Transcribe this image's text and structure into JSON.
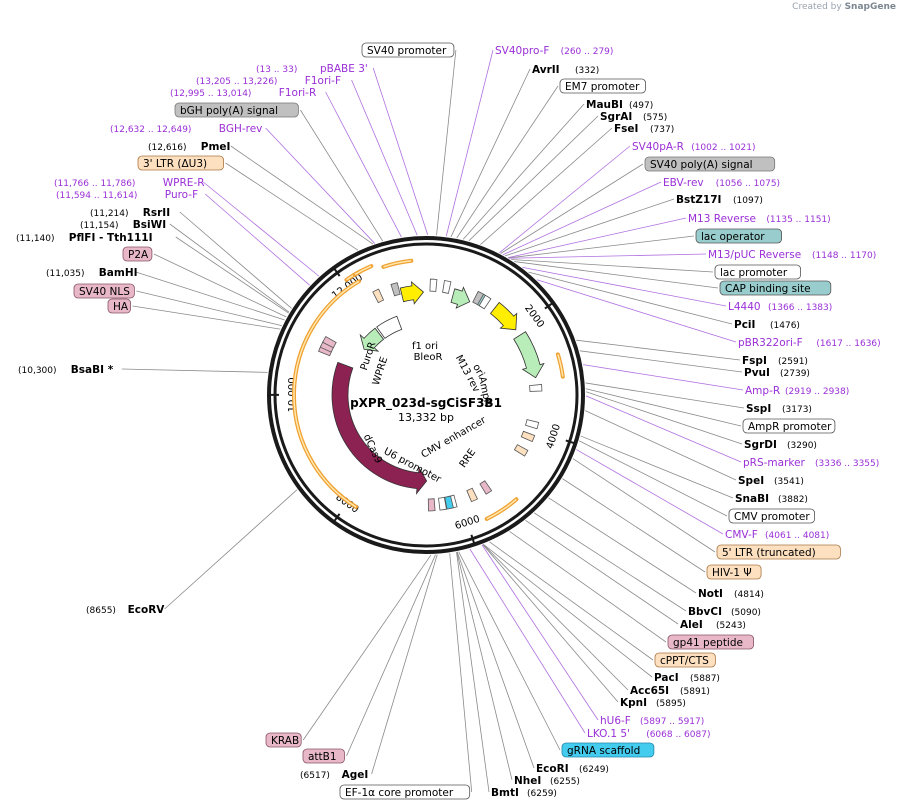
{
  "watermark": {
    "prefix": "Created by",
    "brand": "SnapGene"
  },
  "plasmid": {
    "name": "pXPR_023d-sgCiSF3B1",
    "size_label": "13,332 bp",
    "total_bp": 13332
  },
  "colors": {
    "primer": "#9a2fd6",
    "site": "#000000",
    "backbone": "#1a1a1a",
    "cas9": "#8b2252",
    "orange": "#f0a030",
    "yellow": "#ffee00",
    "green": "#b8ecb8"
  },
  "ticks": [
    {
      "bp": 2000,
      "label": "2000"
    },
    {
      "bp": 4000,
      "label": "4000"
    },
    {
      "bp": 6000,
      "label": "6000"
    },
    {
      "bp": 8000,
      "label": "8000"
    },
    {
      "bp": 10000,
      "label": "10,000"
    },
    {
      "bp": 12000,
      "label": "12,000"
    }
  ],
  "labels": [
    {
      "key": "l1",
      "type": "box",
      "text": "SV40 promoter",
      "pos": "",
      "fill": "#ffffff",
      "stroke": "#555555",
      "bp": 140
    },
    {
      "key": "l2",
      "type": "primer",
      "text": "SV40pro-F",
      "pos": "(260 .. 279)",
      "bp": 269
    },
    {
      "key": "l3",
      "type": "site",
      "text": "AvrII",
      "pos": "(332)",
      "bp": 332
    },
    {
      "key": "l4",
      "type": "box",
      "text": "EM7 promoter",
      "pos": "",
      "fill": "#ffffff",
      "stroke": "#555555",
      "bp": 410
    },
    {
      "key": "l5",
      "type": "site",
      "text": "MauBI",
      "pos": "(497)",
      "bp": 497
    },
    {
      "key": "l6",
      "type": "site",
      "text": "SgrAI",
      "pos": "(575)",
      "bp": 575
    },
    {
      "key": "l7",
      "type": "site",
      "text": "FseI",
      "pos": "(737)",
      "bp": 737
    },
    {
      "key": "l8",
      "type": "primer",
      "text": "SV40pA-R",
      "pos": "(1002 .. 1021)",
      "bp": 1011
    },
    {
      "key": "l9",
      "type": "box",
      "text": "SV40 poly(A) signal",
      "pos": "",
      "fill": "#c0c0c0",
      "stroke": "#777777",
      "bp": 1030
    },
    {
      "key": "l10",
      "type": "primer",
      "text": "EBV-rev",
      "pos": "(1056 .. 1075)",
      "bp": 1065
    },
    {
      "key": "l11",
      "type": "site",
      "text": "BstZ17I",
      "pos": "(1097)",
      "bp": 1097
    },
    {
      "key": "l12",
      "type": "primer",
      "text": "M13 Reverse",
      "pos": "(1135 .. 1151)",
      "bp": 1143
    },
    {
      "key": "l13",
      "type": "box",
      "text": "lac operator",
      "pos": "",
      "fill": "#99cccc",
      "stroke": "#555555",
      "bp": 1150
    },
    {
      "key": "l14",
      "type": "primer",
      "text": "M13/pUC Reverse",
      "pos": "(1148 .. 1170)",
      "bp": 1159
    },
    {
      "key": "l15",
      "type": "box",
      "text": "lac promoter",
      "pos": "",
      "fill": "#ffffff",
      "stroke": "#555555",
      "bp": 1190
    },
    {
      "key": "l16",
      "type": "box",
      "text": "CAP binding site",
      "pos": "",
      "fill": "#99cccc",
      "stroke": "#555555",
      "bp": 1240
    },
    {
      "key": "l17",
      "type": "primer",
      "text": "L4440",
      "pos": "(1366 .. 1383)",
      "bp": 1374
    },
    {
      "key": "l18",
      "type": "site",
      "text": "PciI",
      "pos": "(1476)",
      "bp": 1476
    },
    {
      "key": "l19",
      "type": "primer",
      "text": "pBR322ori-F",
      "pos": "(1617 .. 1636)",
      "bp": 1626
    },
    {
      "key": "l20",
      "type": "site",
      "text": "FspI",
      "pos": "(2591)",
      "bp": 2591
    },
    {
      "key": "l21",
      "type": "site",
      "text": "PvuI",
      "pos": "(2739)",
      "bp": 2739
    },
    {
      "key": "l22",
      "type": "primer",
      "text": "Amp-R",
      "pos": "(2919 .. 2938)",
      "bp": 2928
    },
    {
      "key": "l23",
      "type": "site",
      "text": "SspI",
      "pos": "(3173)",
      "bp": 3173
    },
    {
      "key": "l24",
      "type": "box",
      "text": "AmpR promoter",
      "pos": "",
      "fill": "#ffffff",
      "stroke": "#555555",
      "bp": 3250
    },
    {
      "key": "l25",
      "type": "site",
      "text": "SgrDI",
      "pos": "(3290)",
      "bp": 3290
    },
    {
      "key": "l26",
      "type": "primer",
      "text": "pRS-marker",
      "pos": "(3336 .. 3355)",
      "bp": 3345
    },
    {
      "key": "l27",
      "type": "site",
      "text": "SpeI",
      "pos": "(3541)",
      "bp": 3541
    },
    {
      "key": "l28",
      "type": "site",
      "text": "SnaBI",
      "pos": "(3882)",
      "bp": 3882
    },
    {
      "key": "l29",
      "type": "box",
      "text": "CMV promoter",
      "pos": "",
      "fill": "#ffffff",
      "stroke": "#555555",
      "bp": 3950
    },
    {
      "key": "l30",
      "type": "primer",
      "text": "CMV-F",
      "pos": "(4061 .. 4081)",
      "bp": 4071
    },
    {
      "key": "l31",
      "type": "box",
      "text": "5' LTR (truncated)",
      "pos": "",
      "fill": "#fde0c0",
      "stroke": "#aa7744",
      "bp": 4200
    },
    {
      "key": "l32",
      "type": "box",
      "text": "HIV-1 Ψ",
      "pos": "",
      "fill": "#fde0c0",
      "stroke": "#aa7744",
      "bp": 4500
    },
    {
      "key": "l33",
      "type": "site",
      "text": "NotI",
      "pos": "(4814)",
      "bp": 4814
    },
    {
      "key": "l34",
      "type": "site",
      "text": "BbvCI",
      "pos": "(5090)",
      "bp": 5090
    },
    {
      "key": "l35",
      "type": "site",
      "text": "AleI",
      "pos": "(5243)",
      "bp": 5243
    },
    {
      "key": "l36",
      "type": "box",
      "text": "gp41 peptide",
      "pos": "",
      "fill": "#e8b8c8",
      "stroke": "#885566",
      "bp": 5500
    },
    {
      "key": "l37",
      "type": "box",
      "text": "cPPT/CTS",
      "pos": "",
      "fill": "#fde0c0",
      "stroke": "#aa7744",
      "bp": 5800
    },
    {
      "key": "l38",
      "type": "site",
      "text": "PacI",
      "pos": "(5887)",
      "bp": 5887
    },
    {
      "key": "l39",
      "type": "site",
      "text": "Acc65I",
      "pos": "(5891)",
      "bp": 5891
    },
    {
      "key": "l40",
      "type": "site",
      "text": "KpnI",
      "pos": "(5895)",
      "bp": 5895
    },
    {
      "key": "l41",
      "type": "primer",
      "text": "hU6-F",
      "pos": "(5897 .. 5917)",
      "bp": 5907
    },
    {
      "key": "l42",
      "type": "primer",
      "text": "LKO.1 5'",
      "pos": "(6068 .. 6087)",
      "bp": 6077
    },
    {
      "key": "l43",
      "type": "box",
      "text": "gRNA scaffold",
      "pos": "",
      "fill": "#44ccee",
      "stroke": "#2288aa",
      "bp": 6230
    },
    {
      "key": "l44",
      "type": "site",
      "text": "EcoRI",
      "pos": "(6249)",
      "bp": 6249
    },
    {
      "key": "l45",
      "type": "site",
      "text": "NheI",
      "pos": "(6255)",
      "bp": 6255
    },
    {
      "key": "l46",
      "type": "site",
      "text": "BmtI",
      "pos": "(6259)",
      "bp": 6259
    },
    {
      "key": "l47",
      "type": "box",
      "text": "EF-1α core promoter",
      "pos": "",
      "fill": "#ffffff",
      "stroke": "#555555",
      "bp": 6350
    },
    {
      "key": "l48",
      "type": "site",
      "text": "AgeI",
      "pos": "(6517)",
      "bp": 6517
    },
    {
      "key": "l49",
      "type": "box",
      "text": "attB1",
      "pos": "",
      "fill": "#e8b8c8",
      "stroke": "#885566",
      "bp": 6540
    },
    {
      "key": "l50",
      "type": "box",
      "text": "KRAB",
      "pos": "",
      "fill": "#e8b8c8",
      "stroke": "#885566",
      "bp": 6600
    },
    {
      "key": "l51",
      "type": "site",
      "text": "EcoRV",
      "pos": "(8655)",
      "bp": 8655
    },
    {
      "key": "l52",
      "type": "site",
      "text": "BsaBI *",
      "pos": "(10,300)",
      "bp": 10300
    },
    {
      "key": "l53",
      "type": "box",
      "text": "HA",
      "pos": "",
      "fill": "#e8b8c8",
      "stroke": "#885566",
      "bp": 10900
    },
    {
      "key": "l54",
      "type": "box",
      "text": "SV40 NLS",
      "pos": "",
      "fill": "#e8b8c8",
      "stroke": "#885566",
      "bp": 10950
    },
    {
      "key": "l55",
      "type": "site",
      "text": "BamHI",
      "pos": "(11,035)",
      "bp": 11035
    },
    {
      "key": "l56",
      "type": "box",
      "text": "P2A",
      "pos": "",
      "fill": "#e8b8c8",
      "stroke": "#885566",
      "bp": 11080
    },
    {
      "key": "l57",
      "type": "site",
      "text": "PflFI - Tth111I",
      "pos": "(11,140)",
      "bp": 11140
    },
    {
      "key": "l58",
      "type": "site",
      "text": "BsiWI",
      "pos": "(11,154)",
      "bp": 11154
    },
    {
      "key": "l59",
      "type": "site",
      "text": "RsrII",
      "pos": "(11,214)",
      "bp": 11214
    },
    {
      "key": "l60",
      "type": "primer",
      "text": "Puro-F",
      "pos": "(11,594 .. 11,614)",
      "bp": 11604
    },
    {
      "key": "l61",
      "type": "primer",
      "text": "WPRE-R",
      "pos": "(11,766 .. 11,786)",
      "bp": 11776
    },
    {
      "key": "l62",
      "type": "box",
      "text": "3' LTR (ΔU3)",
      "pos": "",
      "fill": "#fde0c0",
      "stroke": "#aa7744",
      "bp": 12400
    },
    {
      "key": "l63",
      "type": "site",
      "text": "PmeI",
      "pos": "(12,616)",
      "bp": 12616
    },
    {
      "key": "l64",
      "type": "primer",
      "text": "BGH-rev",
      "pos": "(12,632 .. 12,649)",
      "bp": 12640
    },
    {
      "key": "l65",
      "type": "box",
      "text": "bGH poly(A) signal",
      "pos": "",
      "fill": "#c0c0c0",
      "stroke": "#777777",
      "bp": 12750
    },
    {
      "key": "l66",
      "type": "primer",
      "text": "F1ori-R",
      "pos": "(12,995 .. 13,014)",
      "bp": 13004
    },
    {
      "key": "l67",
      "type": "primer",
      "text": "F1ori-F",
      "pos": "(13,205 .. 13,226)",
      "bp": 13215
    },
    {
      "key": "l68",
      "type": "primer",
      "text": "pBABE 3'",
      "pos": "(13 .. 33)",
      "bp": 23
    }
  ],
  "features": [
    {
      "key": "dCas9",
      "label": "dCas9",
      "start": 6650,
      "end": 10750,
      "dir": -1,
      "color": "#8b2252"
    },
    {
      "key": "AmpR",
      "label": "AmpR",
      "start": 2130,
      "end": 3000,
      "dir": 1,
      "color": "#b8ecb8"
    },
    {
      "key": "ori",
      "label": "ori",
      "start": 1420,
      "end": 2000,
      "dir": 1,
      "color": "#ffee00"
    },
    {
      "key": "PuroR",
      "label": "PuroR",
      "start": 11350,
      "end": 11950,
      "dir": -1,
      "color": "#b8ecb8"
    },
    {
      "key": "WPRE",
      "label": "WPRE",
      "start": 12000,
      "end": 12580,
      "dir": 0,
      "color": "#ffffff"
    },
    {
      "key": "BleoR",
      "label": "BleoR",
      "start": 560,
      "end": 930,
      "dir": 1,
      "color": "#b8ecb8"
    },
    {
      "key": "f1ori",
      "label": "f1 ori",
      "start": 12830,
      "end": 13280,
      "dir": 1,
      "color": "#ffee00"
    }
  ],
  "inner_labels": [
    {
      "key": "il1",
      "text": "f1 ori"
    },
    {
      "key": "il2",
      "text": "BleoR"
    },
    {
      "key": "il3",
      "text": "ori"
    },
    {
      "key": "il4",
      "text": "M13 rev"
    },
    {
      "key": "il5",
      "text": "AmpR"
    },
    {
      "key": "il6",
      "text": "PuroR"
    },
    {
      "key": "il7",
      "text": "WPRE"
    },
    {
      "key": "il8",
      "text": "CMV enhancer"
    },
    {
      "key": "il9",
      "text": "RRE"
    },
    {
      "key": "il10",
      "text": "U6 promoter"
    },
    {
      "key": "il11",
      "text": "dCas9"
    }
  ]
}
